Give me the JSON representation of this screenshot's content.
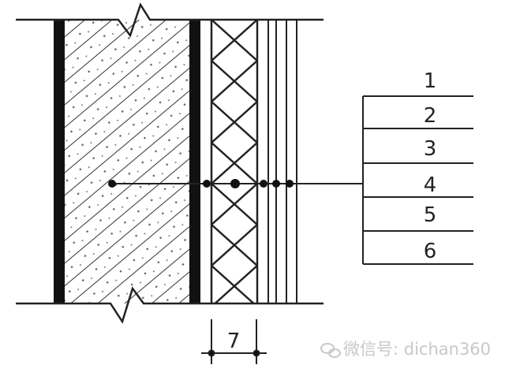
{
  "diagram": {
    "layer_labels": [
      "1",
      "2",
      "3",
      "4",
      "5",
      "6"
    ],
    "dimension_label": "7"
  },
  "watermark": {
    "text": "微信号: dichan360"
  },
  "colors": {
    "line": "#111111",
    "fill": "#ffffff",
    "watermark": "#c8c8c8"
  }
}
